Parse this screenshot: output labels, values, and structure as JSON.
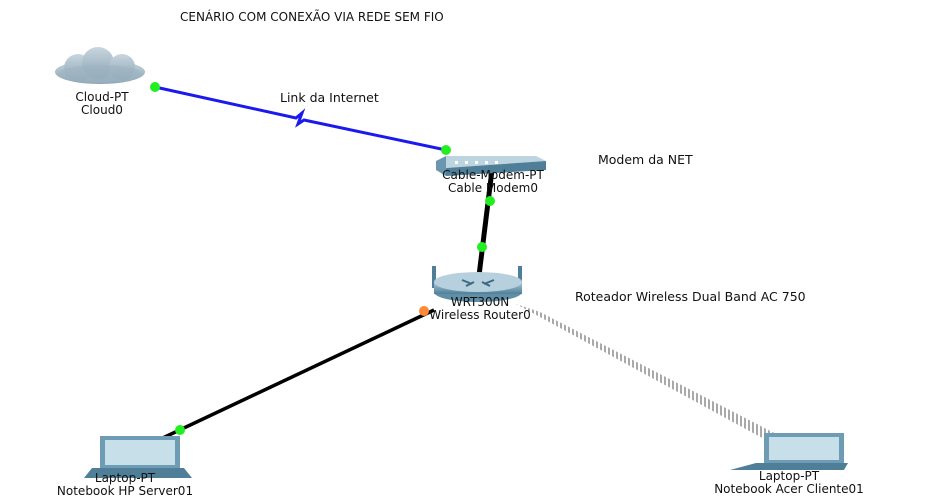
{
  "title": "CENÁRIO COM CONEXÃO VIA REDE SEM FIO",
  "devices": {
    "cloud": {
      "type": "Cloud-PT",
      "name": "Cloud0",
      "icon": "cloud-icon"
    },
    "modem": {
      "type": "Cable-Modem-PT",
      "name": "Cable Modem0",
      "icon": "cable-modem-icon"
    },
    "router": {
      "type": "WRT300N",
      "name": "Wireless Router0",
      "icon": "wireless-router-icon"
    },
    "laptop_server": {
      "type": "Laptop-PT",
      "name": "Notebook HP Server01",
      "icon": "laptop-icon"
    },
    "laptop_client": {
      "type": "Laptop-PT",
      "name": "Notebook Acer Cliente01",
      "icon": "laptop-icon"
    }
  },
  "notes": {
    "internet_link": "Link da Internet",
    "modem": "Modem da NET",
    "router": "Roteador Wireless Dual Band AC 750"
  },
  "colors": {
    "internet_link": "#1a1aee",
    "cable": "#000000",
    "port_up": "#22ee22",
    "port_pending": "#ff8833",
    "wireless": "#9a9a9a",
    "device_body": "#7aa8c0"
  }
}
